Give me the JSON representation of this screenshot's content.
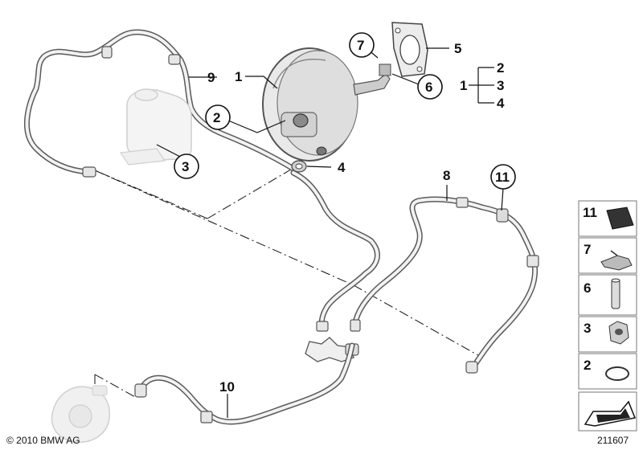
{
  "callouts": {
    "booster": "1",
    "gasket": "5",
    "bracket_circle": "7",
    "pin_circle": "6",
    "group_1": "1",
    "group_2": "2",
    "group_3": "3",
    "group_4": "4",
    "hose_left": "9",
    "oring_circle": "2",
    "nut_circle": "3",
    "grommet": "4",
    "hose_right": "8",
    "clip_circle": "11",
    "pump_hose": "10"
  },
  "legend": [
    {
      "number": "11",
      "icon": "pad-icon"
    },
    {
      "number": "7",
      "icon": "clip-icon"
    },
    {
      "number": "6",
      "icon": "pin-icon"
    },
    {
      "number": "3",
      "icon": "nut-icon"
    },
    {
      "number": "2",
      "icon": "o-ring-icon"
    },
    {
      "number": "",
      "icon": "arrow-icon"
    }
  ],
  "footer": {
    "copyright": "© 2010 BMW AG",
    "diagram_id": "211607"
  }
}
